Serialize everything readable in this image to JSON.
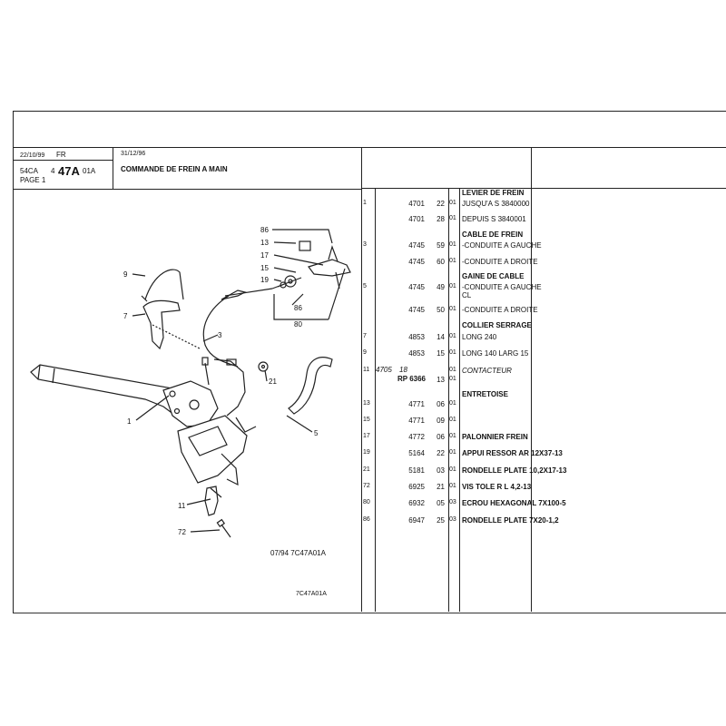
{
  "header": {
    "date_left": "22/10/99",
    "lang": "FR",
    "date_right": "31/12/96",
    "model": "54CA",
    "group": "4",
    "section": "47A",
    "variant": "01A",
    "page": "PAGE 1",
    "title": "COMMANDE DE FREIN A MAIN"
  },
  "drawing": {
    "code_bottom": "07/94  7C47A01A",
    "code_footer": "7C47A01A",
    "callouts": [
      "86",
      "13",
      "17",
      "15",
      "19",
      "86",
      "80",
      "9",
      "7",
      "3",
      "21",
      "1",
      "5",
      "11",
      "72"
    ]
  },
  "parts": {
    "groups": [
      {
        "heading": "LEVIER DE FREIN"
      },
      {
        "heading": "CABLE DE FREIN"
      },
      {
        "heading": "GAINE DE CABLE"
      },
      {
        "heading": "COLLIER SERRAGE"
      },
      {
        "heading": "ENTRETOISE"
      }
    ],
    "rows": [
      {
        "idx": "1",
        "ref": "4701",
        "var": "22",
        "qty": "01",
        "desc": "JUSQU'A S  3840000"
      },
      {
        "idx": "",
        "ref": "4701",
        "var": "28",
        "qty": "01",
        "desc": "DEPUIS S  3840001"
      },
      {
        "idx": "3",
        "ref": "4745",
        "var": "59",
        "qty": "01",
        "desc": "-CONDUITE A GAUCHE"
      },
      {
        "idx": "",
        "ref": "4745",
        "var": "60",
        "qty": "01",
        "desc": "-CONDUITE A DROITE"
      },
      {
        "idx": "5",
        "ref": "4745",
        "var": "49",
        "qty": "01",
        "desc": "-CONDUITE A GAUCHE"
      },
      {
        "idx": "",
        "ref": "",
        "var": "",
        "qty": "",
        "desc": "CL"
      },
      {
        "idx": "",
        "ref": "4745",
        "var": "50",
        "qty": "01",
        "desc": "-CONDUITE A DROITE"
      },
      {
        "idx": "7",
        "ref": "4853",
        "var": "14",
        "qty": "01",
        "desc": "LONG 240"
      },
      {
        "idx": "9",
        "ref": "4853",
        "var": "15",
        "qty": "01",
        "desc": "LONG 140 LARG 15"
      },
      {
        "idx": "11",
        "ref": "4705",
        "var": "18",
        "qty": "",
        "desc": ""
      },
      {
        "idx": "",
        "ref": "RP  6366",
        "var": "13",
        "qty": "01",
        "desc": ""
      },
      {
        "idx": "13",
        "ref": "4771",
        "var": "06",
        "qty": "01",
        "desc": ""
      },
      {
        "idx": "15",
        "ref": "4771",
        "var": "09",
        "qty": "01",
        "desc": ""
      },
      {
        "idx": "17",
        "ref": "4772",
        "var": "06",
        "qty": "01",
        "desc": "PALONNIER FREIN"
      },
      {
        "idx": "19",
        "ref": "5164",
        "var": "22",
        "qty": "01",
        "desc": "APPUI RESSOR AR  12X37-13"
      },
      {
        "idx": "21",
        "ref": "5181",
        "var": "03",
        "qty": "01",
        "desc": "RONDELLE PLATE  10,2X17-13"
      },
      {
        "idx": "72",
        "ref": "6925",
        "var": "21",
        "qty": "01",
        "desc": "VIS TOLE R L  4,2-13"
      },
      {
        "idx": "80",
        "ref": "6932",
        "var": "05",
        "qty": "03",
        "desc": "ECROU HEXAGONAL  7X100-5"
      },
      {
        "idx": "86",
        "ref": "6947",
        "var": "25",
        "qty": "03",
        "desc": "RONDELLE PLATE  7X20-1,2"
      }
    ],
    "contacteur": "CONTACTEUR"
  }
}
